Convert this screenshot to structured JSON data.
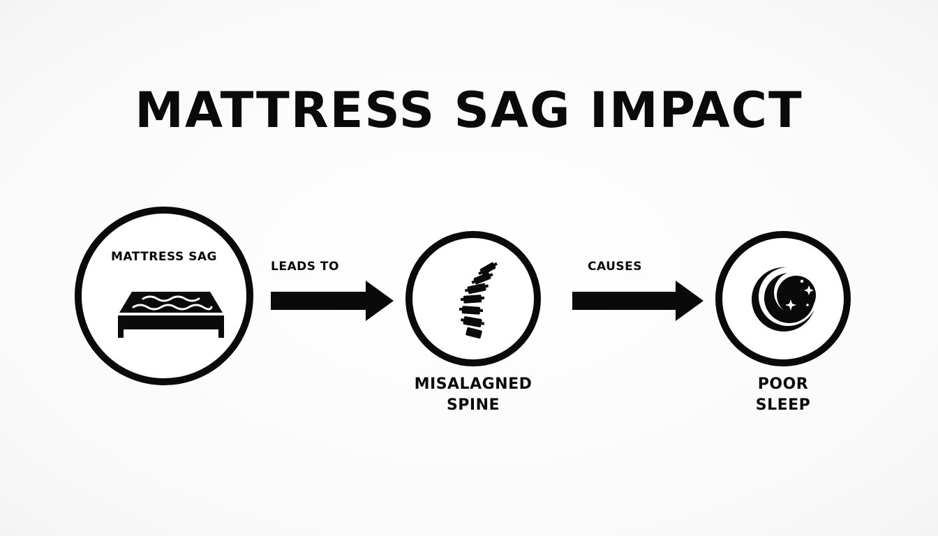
{
  "title": "MATTRESS SAG IMPACT",
  "nodes": [
    {
      "label_lines": [
        "MATTRESS SAG"
      ],
      "icon": "mattress-icon"
    },
    {
      "label_lines": [
        "MISALAGNED",
        "SPINE"
      ],
      "icon": "spine-icon"
    },
    {
      "label_lines": [
        "POOR",
        "SLEEP"
      ],
      "icon": "moon-stars-icon"
    }
  ],
  "edges": [
    {
      "from": "MATTRESS SAG",
      "to": "MISALAGNED SPINE",
      "label": "LEADS TO"
    },
    {
      "from": "MISALAGNED SPINE",
      "to": "POOR SLEEP",
      "label": "CAUSES"
    }
  ],
  "colors": {
    "ink": "#0a0a0a",
    "background": "#fdfdfd"
  }
}
